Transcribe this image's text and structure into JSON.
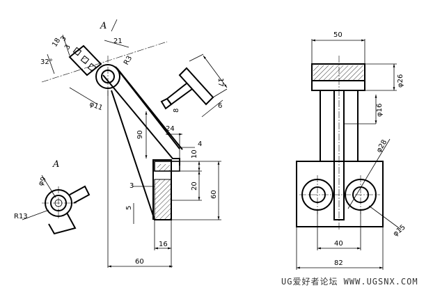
{
  "drawing": {
    "view_labels": {
      "section_a_top": "A",
      "section_a_small": "A"
    },
    "left_view_dims": {
      "angle": "32°",
      "d18": "18",
      "d3a": "3",
      "d3b": "3",
      "d21": "21",
      "r3": "R3",
      "phi11": "φ11",
      "d90": "90",
      "d24": "24",
      "d4": "4",
      "d10": "10",
      "d3c": "3",
      "d20": "20",
      "d60v": "60",
      "d5": "5",
      "d16": "16",
      "d60h": "60"
    },
    "pin_dims": {
      "d17": "17",
      "d6": "6",
      "d8": "8"
    },
    "small_view_dims": {
      "phi9": "φ9",
      "r13": "R13"
    },
    "right_view_dims": {
      "d50": "50",
      "phi26": "φ26",
      "phi16": "φ16",
      "phi28": "φ28",
      "phi15": "φ15",
      "d40": "40",
      "d82": "82"
    }
  },
  "watermark": {
    "text": "UG爱好者论坛 WWW.UGSNX.COM"
  }
}
